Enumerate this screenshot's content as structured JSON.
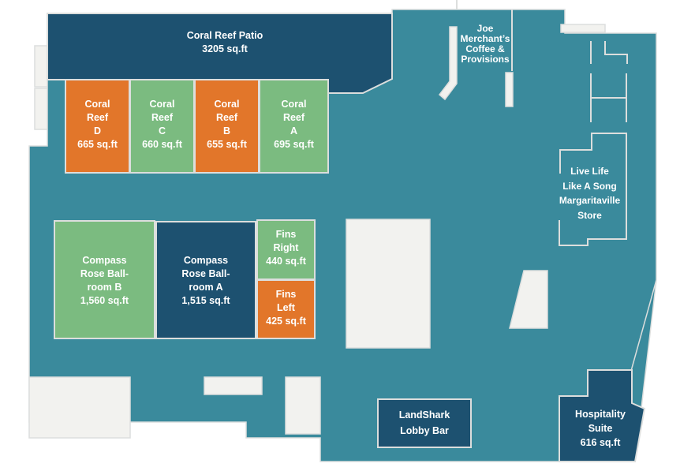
{
  "colors": {
    "floor": "#3A8A9C",
    "navy": "#1D5170",
    "orange": "#E2762A",
    "green": "#7BBB80",
    "blocked": "#F2F2EF",
    "wall": "#DCDEDD",
    "text": "#FFFFFF"
  },
  "rooms": {
    "patio": {
      "name": "Coral Reef Patio",
      "area": "3205 sq.ft"
    },
    "reef_d": {
      "line1": "Coral",
      "line2": "Reef",
      "line3": "D",
      "area": "665 sq.ft"
    },
    "reef_c": {
      "line1": "Coral",
      "line2": "Reef",
      "line3": "C",
      "area": "660 sq.ft"
    },
    "reef_b": {
      "line1": "Coral",
      "line2": "Reef",
      "line3": "B",
      "area": "655 sq.ft"
    },
    "reef_a": {
      "line1": "Coral",
      "line2": "Reef",
      "line3": "A",
      "area": "695 sq.ft"
    },
    "compass_b": {
      "line1": "Compass",
      "line2": "Rose Ball-",
      "line3": "room B",
      "area": "1,560 sq.ft"
    },
    "compass_a": {
      "line1": "Compass",
      "line2": "Rose Ball-",
      "line3": "room A",
      "area": "1,515 sq.ft"
    },
    "fins_right": {
      "line1": "Fins",
      "line2": "Right",
      "area": "440 sq.ft"
    },
    "fins_left": {
      "line1": "Fins",
      "line2": "Left",
      "area": "425 sq.ft"
    },
    "hospitality": {
      "line1": "Hospitality",
      "line2": "Suite",
      "area": "616 sq.ft"
    }
  },
  "amenities": {
    "coffee": {
      "line1": "Joe",
      "line2": "Merchant’s",
      "line3": "Coffee &",
      "line4": "Provisions"
    },
    "store": {
      "line1": "Live Life",
      "line2": "Like A Song",
      "line3": "Margaritaville",
      "line4": "Store"
    },
    "bar": {
      "line1": "LandShark",
      "line2": "Lobby Bar"
    }
  }
}
